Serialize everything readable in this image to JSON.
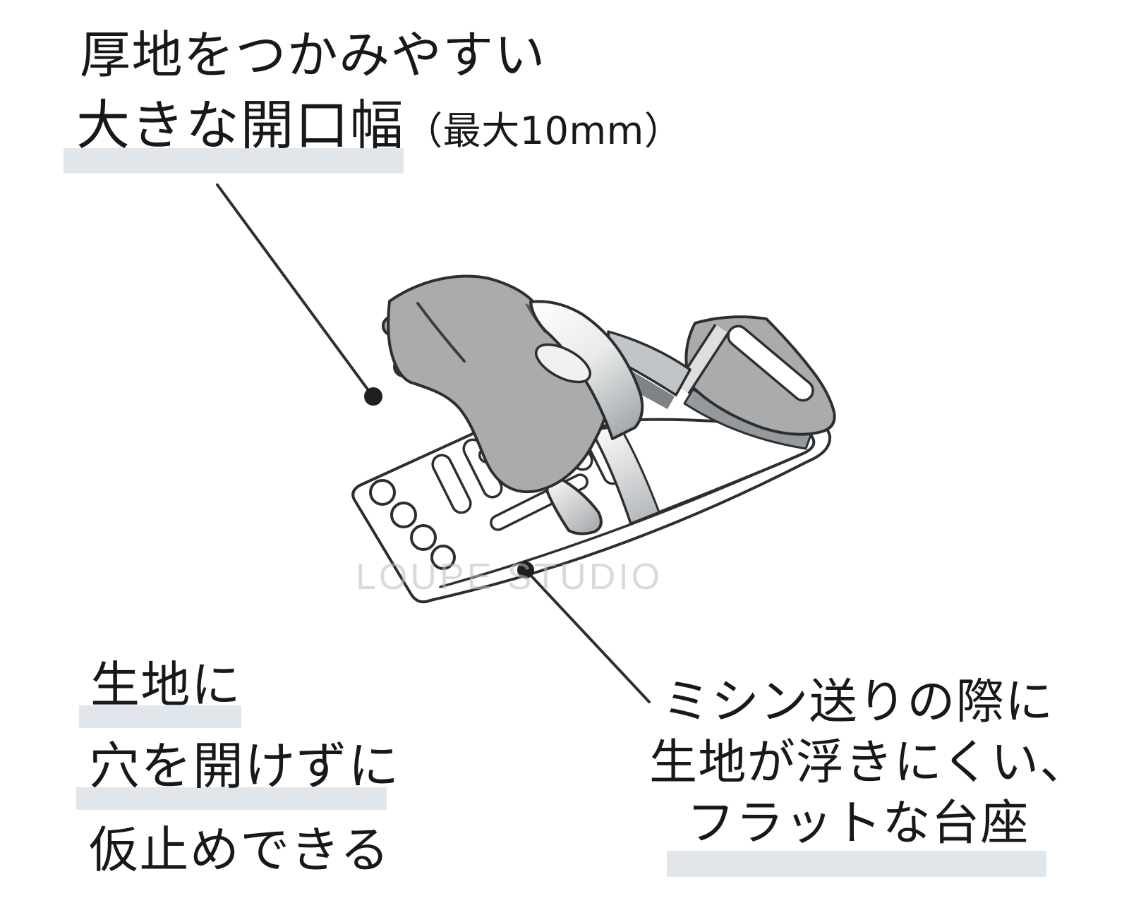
{
  "annotations": {
    "top_left": {
      "line1": "厚地をつかみやすい",
      "line2_main": "大きな開口幅",
      "line2_note": "（最大10mm）"
    },
    "bottom_left": {
      "line1": "生地に",
      "line2": "穴を開けずに",
      "line3": "仮止めできる"
    },
    "bottom_right": {
      "line1": "ミシン送りの際に",
      "line2": "生地が浮きにくい、",
      "line3": "フラットな台座"
    }
  },
  "watermark": {
    "text": "LOUPE STUDIO"
  },
  "illustration": {
    "name": "sewing-clip-line-art",
    "leader_dot_count": 2
  },
  "colors": {
    "background": "#ffffff",
    "text": "#17181a",
    "highlight": "#dfe7ed",
    "outline": "#2c2e30",
    "clip_gray": "#a9abad",
    "metal_light": "#fcfdfd",
    "metal_dark": "#9da0a3",
    "shadow_dark": "#54575a",
    "watermark_gray": "#b9bec2",
    "leader_dot": "#1f1f1f"
  }
}
